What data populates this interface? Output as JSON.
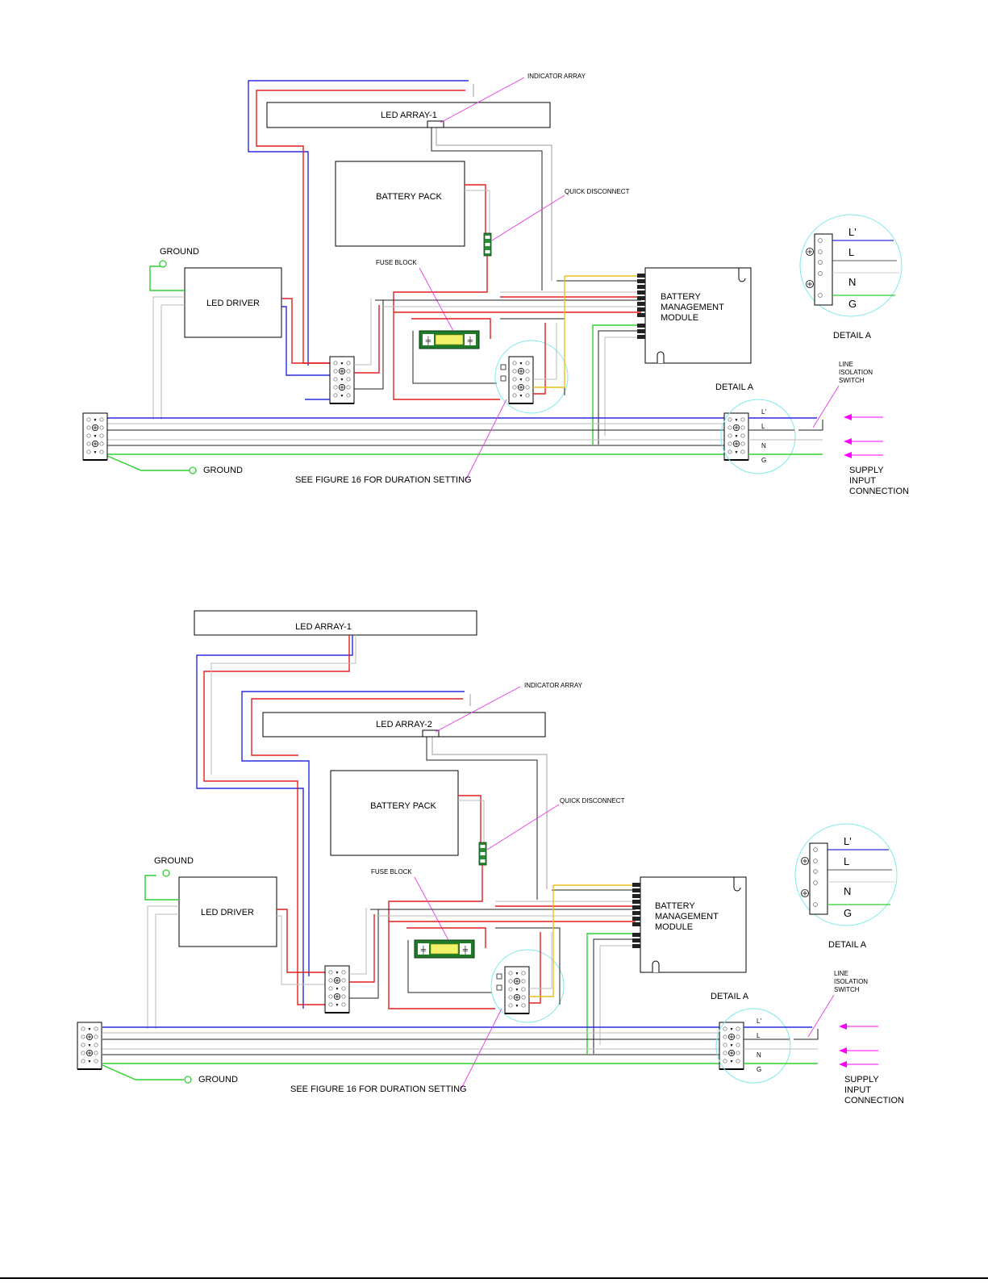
{
  "diagrams": [
    {
      "led_array_top": "",
      "led_array_main": "LED ARRAY-1",
      "indicator_array": "INDICATOR ARRAY",
      "battery_pack": "BATTERY PACK",
      "quick_disconnect": "QUICK DISCONNECT",
      "fuse_block": "FUSE BLOCK",
      "ground_top": "GROUND",
      "ground_bottom": "GROUND",
      "led_driver": "LED DRIVER",
      "bmm_line1": "BATTERY",
      "bmm_line2": "MANAGEMENT",
      "bmm_line3": "MODULE",
      "detail_a_inset": "DETAIL A",
      "detail_a_marker": "DETAIL A",
      "see_figure": "SEE FIGURE 16 FOR DURATION SETTING",
      "line_iso_1": "LINE",
      "line_iso_2": "ISOLATION",
      "line_iso_3": "SWITCH",
      "supply_1": "SUPPLY",
      "supply_2": "INPUT",
      "supply_3": "CONNECTION"
    },
    {
      "led_array_top": "LED ARRAY-1",
      "led_array_main": "LED ARRAY-2",
      "indicator_array": "INDICATOR ARRAY",
      "battery_pack": "BATTERY PACK",
      "quick_disconnect": "QUICK DISCONNECT",
      "fuse_block": "FUSE BLOCK",
      "ground_top": "GROUND",
      "ground_bottom": "GROUND",
      "led_driver": "LED DRIVER",
      "bmm_line1": "BATTERY",
      "bmm_line2": "MANAGEMENT",
      "bmm_line3": "MODULE",
      "detail_a_inset": "DETAIL A",
      "detail_a_marker": "DETAIL A",
      "see_figure": "SEE FIGURE 16 FOR DURATION SETTING",
      "line_iso_1": "LINE",
      "line_iso_2": "ISOLATION",
      "line_iso_3": "SWITCH",
      "supply_1": "SUPPLY",
      "supply_2": "INPUT",
      "supply_3": "CONNECTION"
    }
  ],
  "terminal_labels": {
    "l_prime": "L'",
    "l": "L",
    "n": "N",
    "g": "G"
  },
  "colors": {
    "blue_wire": "#2b2bdc",
    "red_wire": "#e02020",
    "green_wire": "#2fd12f",
    "gray_wire": "#9a9a9a",
    "black_wire": "#222222",
    "yellow_wire": "#e8c21b",
    "pink_wire": "#f2a0a0",
    "pointer": "#e63be6",
    "detail_circle": "#7fe9e9"
  }
}
